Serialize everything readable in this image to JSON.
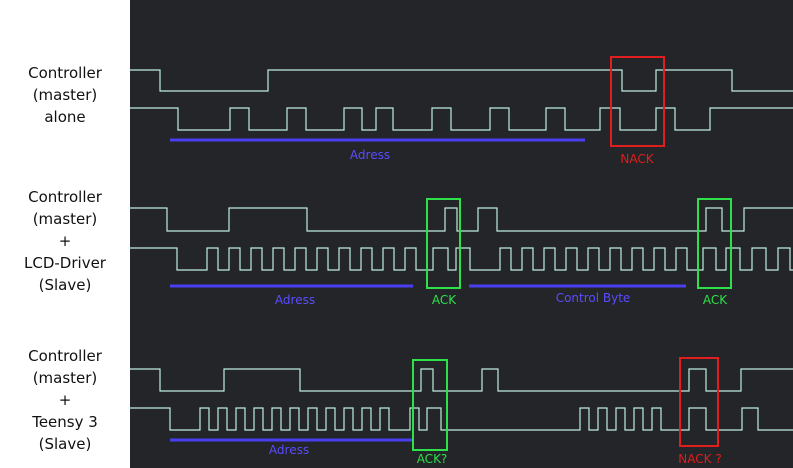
{
  "colors": {
    "background": "#232528",
    "signal": "#bfeee0",
    "bar": "#4a3ff0",
    "label_blue": "#5a4cff",
    "nack": "#e11d1d",
    "ack": "#2ee04a"
  },
  "rows": [
    {
      "label_lines": [
        "Controller",
        "(master)",
        "alone"
      ],
      "bars": [
        {
          "text": "Adress"
        }
      ],
      "boxes": [
        {
          "kind": "nack",
          "text": "NACK"
        }
      ]
    },
    {
      "label_lines": [
        "Controller",
        "(master)",
        "+",
        "LCD-Driver",
        "(Slave)"
      ],
      "bars": [
        {
          "text": "Adress"
        },
        {
          "text": "Control Byte"
        }
      ],
      "boxes": [
        {
          "kind": "ack",
          "text": "ACK"
        },
        {
          "kind": "ack",
          "text": "ACK"
        }
      ]
    },
    {
      "label_lines": [
        "Controller",
        "(master)",
        "+",
        "Teensy 3",
        "(Slave)"
      ],
      "bars": [
        {
          "text": "Adress"
        }
      ],
      "boxes": [
        {
          "kind": "ack",
          "text": "ACK?"
        },
        {
          "kind": "nack",
          "text": "NACK ?"
        }
      ]
    }
  ]
}
